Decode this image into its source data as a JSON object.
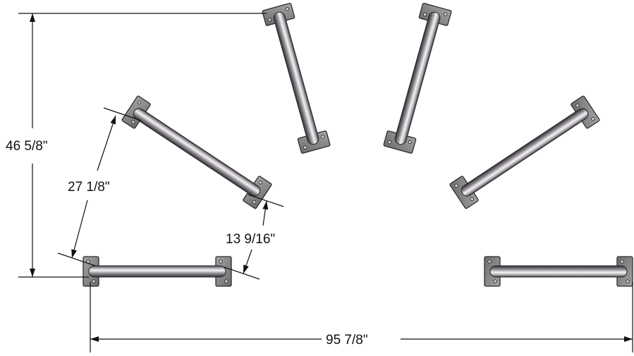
{
  "dimensions": {
    "height_label": "46 5/8\"",
    "diagonal_label": "27 1/8\"",
    "offset_label": "13 9/16\"",
    "width_label": "95 7/8\""
  },
  "palette": {
    "plate": "#8a8a8a",
    "plate_edge": "#2b2b2b",
    "bar_light": "#f4f2f5",
    "bar_mid": "#b9b5bb",
    "bar_dark": "#3c3a3e",
    "line": "#111111"
  }
}
